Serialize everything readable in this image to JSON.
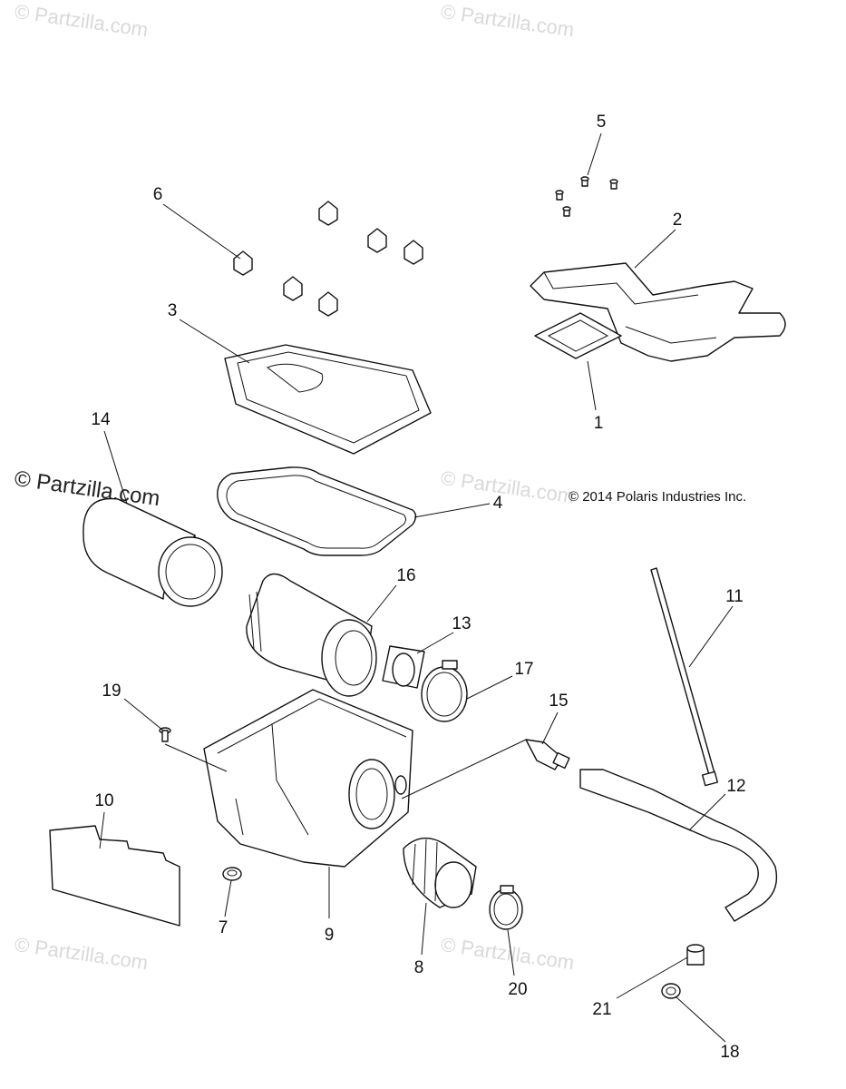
{
  "watermarks": {
    "wm_top_left": "© Partzilla.com",
    "wm_top_center": "© Partzilla.com",
    "wm_mid_left": "© Partzilla.com",
    "wm_mid_center": "© Partzilla.com",
    "wm_bottom_left": "© Partzilla.com",
    "wm_bottom_center": "© Partzilla.com"
  },
  "copyright": "© 2014 Polaris Industries Inc.",
  "callouts": {
    "c1": "1",
    "c2": "2",
    "c3": "3",
    "c4": "4",
    "c5": "5",
    "c6": "6",
    "c7": "7",
    "c8": "8",
    "c9": "9",
    "c10": "10",
    "c11": "11",
    "c12": "12",
    "c13": "13",
    "c14": "14",
    "c15": "15",
    "c16": "16",
    "c17": "17",
    "c18": "18",
    "c19": "19",
    "c20": "20",
    "c21": "21"
  }
}
